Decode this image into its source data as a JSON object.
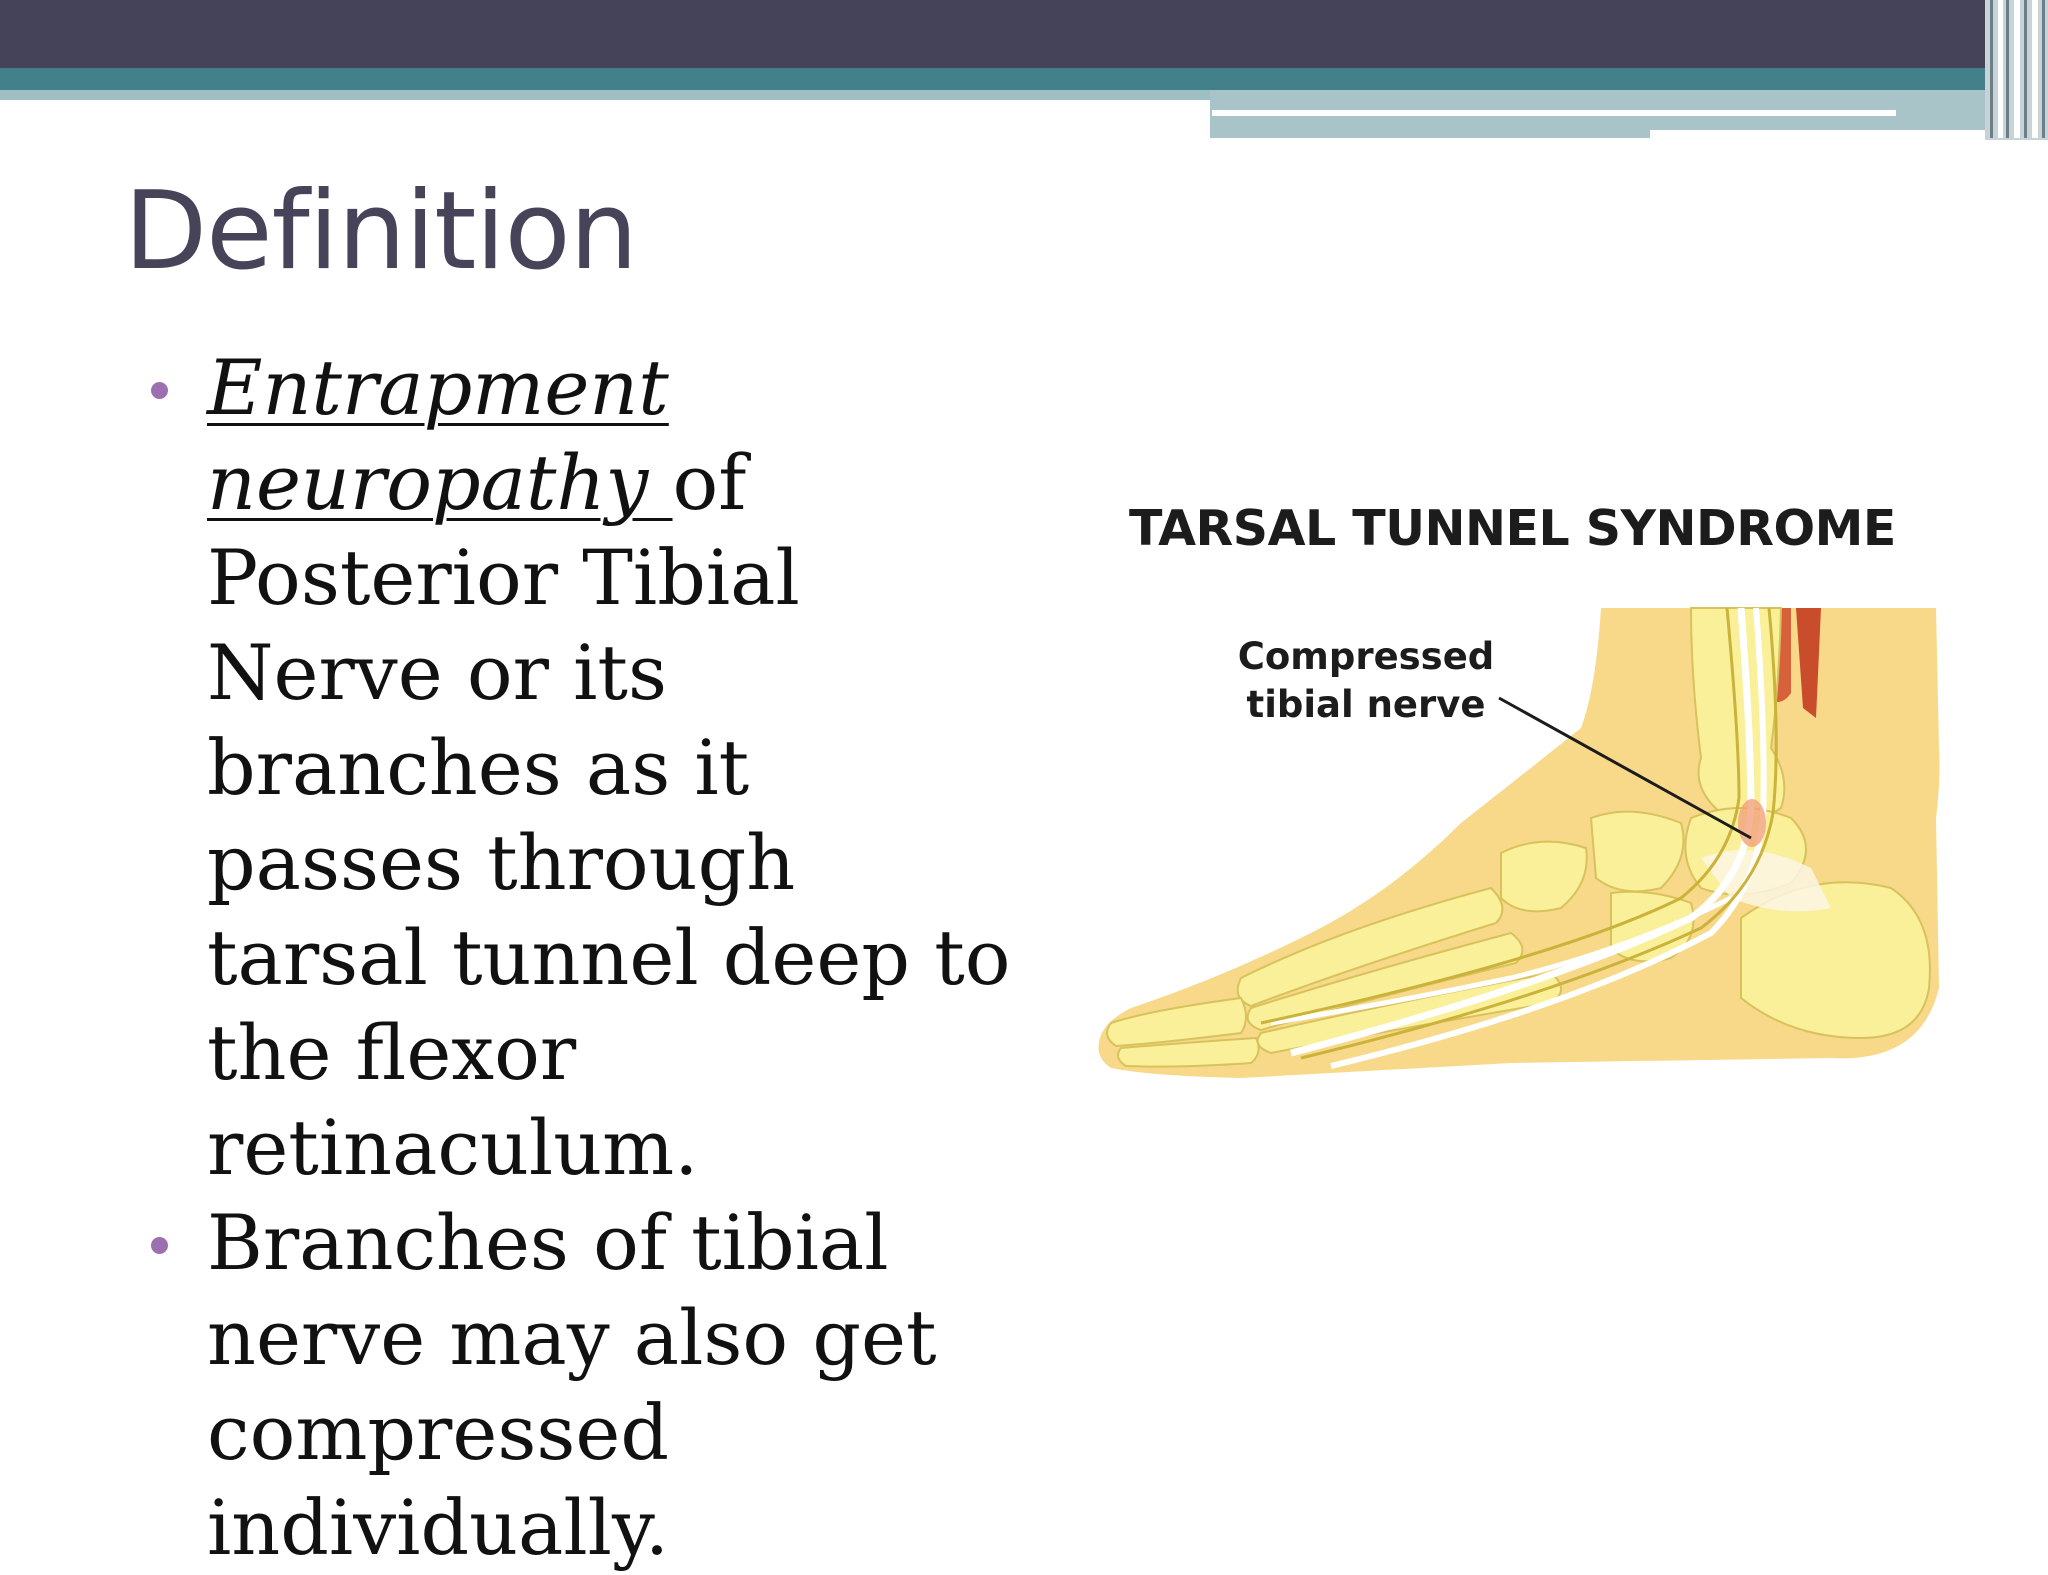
{
  "slide": {
    "title": "Definition",
    "bullets": [
      {
        "em_text": "Entrapment neuropathy ",
        "rest_text": "of Posterior Tibial Nerve or its branches as it passes through tarsal tunnel deep to the flexor retinaculum."
      },
      {
        "text": "Branches of tibial nerve may also get compressed individually."
      }
    ]
  },
  "figure": {
    "title": "TARSAL TUNNEL SYNDROME",
    "callout_line1": "Compressed",
    "callout_line2": "tibial nerve"
  },
  "colors": {
    "header_dark": "#45435a",
    "header_teal": "#43818a",
    "title_text": "#474459",
    "bullet_dot": "#9b6fb0",
    "skin": "#f7d989",
    "bone": "#faf09a",
    "nerve": "#ffffff",
    "muscle": "#d6613a"
  }
}
